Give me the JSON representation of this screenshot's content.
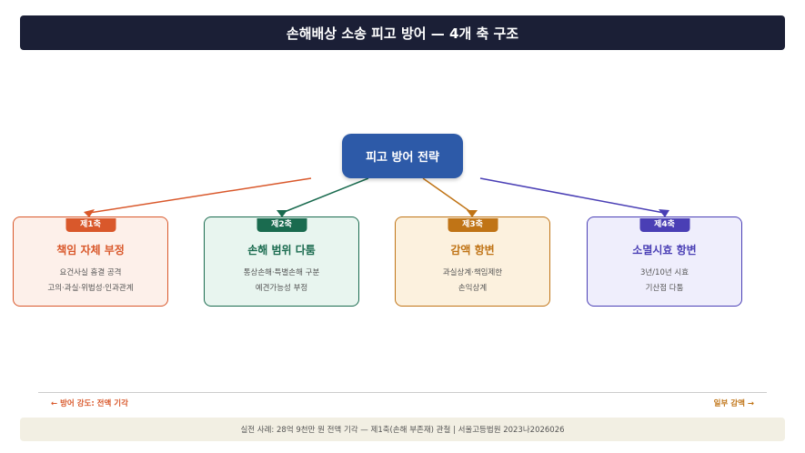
{
  "title": "손해배상 소송 피고 방어 — 4개 축 구조",
  "center": "피고 방어 전략",
  "axes": [
    {
      "badge": "제1축",
      "title": "책임 자체 부정",
      "lines": [
        "요건사실 흠결 공격",
        "고의·과실·위법성·인과관계"
      ],
      "color": "#d9582b",
      "bg": "#fdf0ea"
    },
    {
      "badge": "제2축",
      "title": "손해 범위 다툼",
      "lines": [
        "통상손해·특별손해 구분",
        "예견가능성 부정"
      ],
      "color": "#1a6b4f",
      "bg": "#e8f5ef"
    },
    {
      "badge": "제3축",
      "title": "감액 항변",
      "lines": [
        "과실상계·책임제한",
        "손익상계"
      ],
      "color": "#c07416",
      "bg": "#fcf1de"
    },
    {
      "badge": "제4축",
      "title": "소멸시효 항변",
      "lines": [
        "3년/10년 시효",
        "기산점 다툼"
      ],
      "color": "#4a3fb5",
      "bg": "#efeefc"
    }
  ],
  "scale": {
    "left": "← 방어 강도: 전액 기각",
    "right": "일부 감액 →"
  },
  "footer": "실전 사례: 28억 9천만 원 전액 기각 — 제1축(손해 부존재) 관철 | 서울고등법원 2023나2026026"
}
